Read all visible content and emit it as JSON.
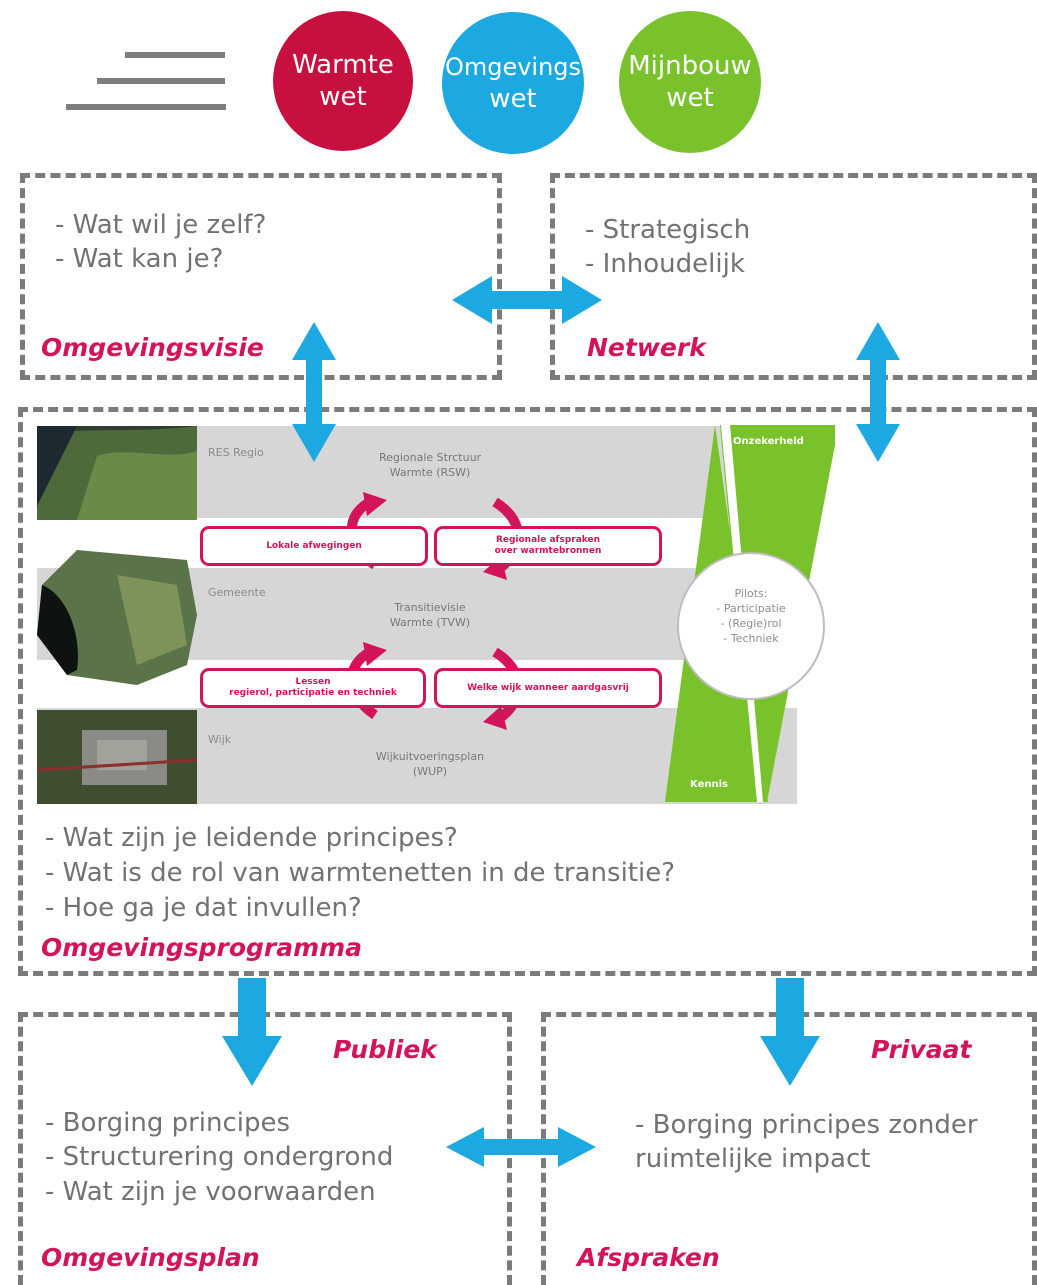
{
  "circles": {
    "warmte": {
      "line1": "Warmte",
      "line2": "wet",
      "color": "#c8103e"
    },
    "omgevings": {
      "line1": "Omgevings",
      "line2": "wet",
      "color": "#1ca9e1"
    },
    "mijnbouw": {
      "line1": "Mijnbouw",
      "line2": "wet",
      "color": "#7ac22b"
    }
  },
  "omgevingsvisie": {
    "bullets": [
      "- Wat wil je zelf?",
      "- Wat kan je?"
    ],
    "title": "Omgevingsvisie"
  },
  "netwerk": {
    "bullets": [
      "- Strategisch",
      "- Inhoudelijk"
    ],
    "title": "Netwerk"
  },
  "programma": {
    "diagram": {
      "levels": [
        "RES Regio",
        "Gemeente",
        "Wijk"
      ],
      "centers": [
        {
          "line1": "Regionale Strctuur",
          "line2": "Warmte (RSW)"
        },
        {
          "line1": "Transitievisie",
          "line2": "Warmte (TVW)"
        },
        {
          "line1": "Wijkuitvoeringsplan",
          "line2": "(WUP)"
        }
      ],
      "pills": {
        "lokale": "Lokale afwegingen",
        "regionale_1": "Regionale afspraken",
        "regionale_2": "over warmtebronnen",
        "lessen_1": "Lessen",
        "lessen_2": "regierol, participatie en techniek",
        "welke": "Welke wijk wanneer aardgasvrij"
      },
      "onzekerheid": "Onzekerheid",
      "kennis": "Kennis",
      "pilots": [
        "Pilots:",
        "- Participatie",
        "- (Regie)rol",
        "- Techniek"
      ],
      "accent_green": "#7ac22b",
      "accent_pink": "#d4145a"
    },
    "bullets": [
      "- Wat zijn je leidende principes?",
      "- Wat is de rol van warmtenetten in de transitie?",
      "- Hoe ga je dat invullen?"
    ],
    "title": "Omgevingsprogramma"
  },
  "omgevingsplan": {
    "label": "Publiek",
    "bullets": [
      "- Borging principes",
      "- Structurering ondergrond",
      "- Wat zijn je voorwaarden"
    ],
    "title": "Omgevingsplan"
  },
  "afspraken": {
    "label": "Privaat",
    "bullets": [
      "- Borging principes zonder",
      "ruimtelijke impact"
    ],
    "title": "Afspraken"
  },
  "colors": {
    "arrow": "#1ca9e1",
    "dash": "#7b7b7b",
    "pink": "#d4145a"
  }
}
